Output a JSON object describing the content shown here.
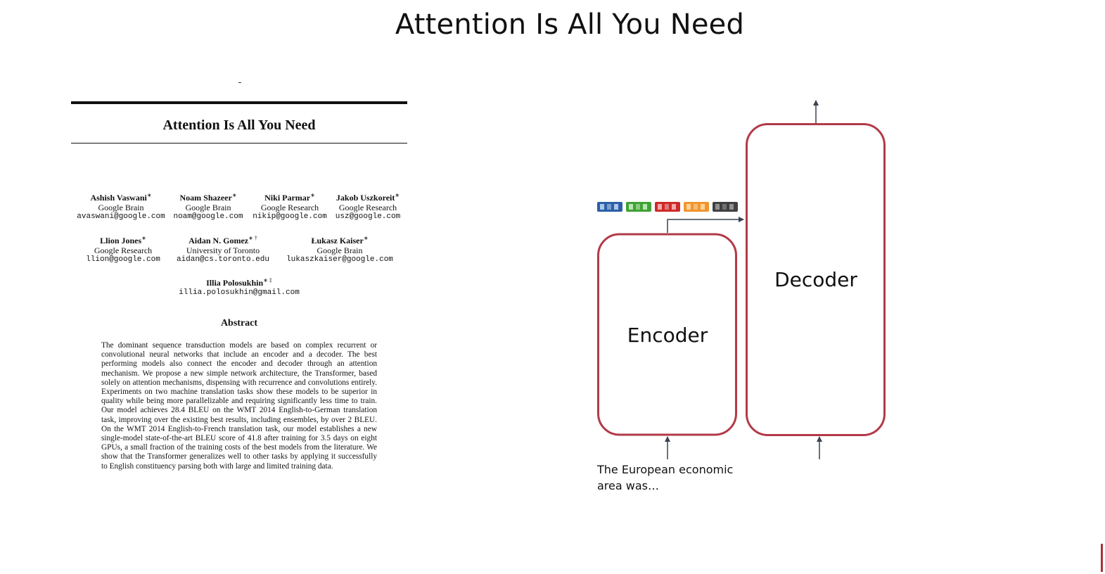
{
  "slide": {
    "title": "Attention Is All You Need"
  },
  "paper": {
    "title": "Attention Is All You Need",
    "authors": [
      {
        "name": "Ashish Vaswani",
        "mark": "∗",
        "affiliation": "Google Brain",
        "email": "avaswani@google.com"
      },
      {
        "name": "Noam Shazeer",
        "mark": "∗",
        "affiliation": "Google Brain",
        "email": "noam@google.com"
      },
      {
        "name": "Niki Parmar",
        "mark": "∗",
        "affiliation": "Google Research",
        "email": "nikip@google.com"
      },
      {
        "name": "Jakob Uszkoreit",
        "mark": "∗",
        "affiliation": "Google Research",
        "email": "usz@google.com"
      },
      {
        "name": "Llion Jones",
        "mark": "∗",
        "affiliation": "Google Research",
        "email": "llion@google.com"
      },
      {
        "name": "Aidan N. Gomez",
        "mark": "∗ †",
        "affiliation": "University of Toronto",
        "email": "aidan@cs.toronto.edu"
      },
      {
        "name": "Łukasz Kaiser",
        "mark": "∗",
        "affiliation": "Google Brain",
        "email": "lukaszkaiser@google.com"
      },
      {
        "name": "Illia Polosukhin",
        "mark": "∗ ‡",
        "affiliation": "",
        "email": "illia.polosukhin@gmail.com"
      }
    ],
    "abstract_heading": "Abstract",
    "abstract": "The dominant sequence transduction models are based on complex recurrent or convolutional neural networks that include an encoder and a decoder. The best performing models also connect the encoder and decoder through an attention mechanism. We propose a new simple network architecture, the Transformer, based solely on attention mechanisms, dispensing with recurrence and convolutions entirely. Experiments on two machine translation tasks show these models to be superior in quality while being more parallelizable and requiring significantly less time to train. Our model achieves 28.4 BLEU on the WMT 2014 English-to-German translation task, improving over the existing best results, including ensembles, by over 2 BLEU. On the WMT 2014 English-to-French translation task, our model establishes a new single-model state-of-the-art BLEU score of 41.8 after training for 3.5 days on eight GPUs, a small fraction of the training costs of the best models from the literature. We show that the Transformer generalizes well to other tasks by applying it successfully to English constituency parsing both with large and limited training data."
  },
  "diagram": {
    "encoder_label": "Encoder",
    "decoder_label": "Decoder",
    "input_text": "The European economic area was…",
    "box_color": "#b23a48",
    "arrow_color": "#3a4250",
    "token_colors": [
      {
        "name": "blue",
        "base": "#2c5fa8",
        "light": "#bcd0ee"
      },
      {
        "name": "green",
        "base": "#3fa234",
        "light": "#c6ecc0"
      },
      {
        "name": "red",
        "base": "#cf2a2a",
        "light": "#f2b8b8"
      },
      {
        "name": "orange",
        "base": "#f0962d",
        "light": "#fbd9aa"
      },
      {
        "name": "dark-gray",
        "base": "#404040",
        "light": "#9a9a9a"
      }
    ]
  }
}
